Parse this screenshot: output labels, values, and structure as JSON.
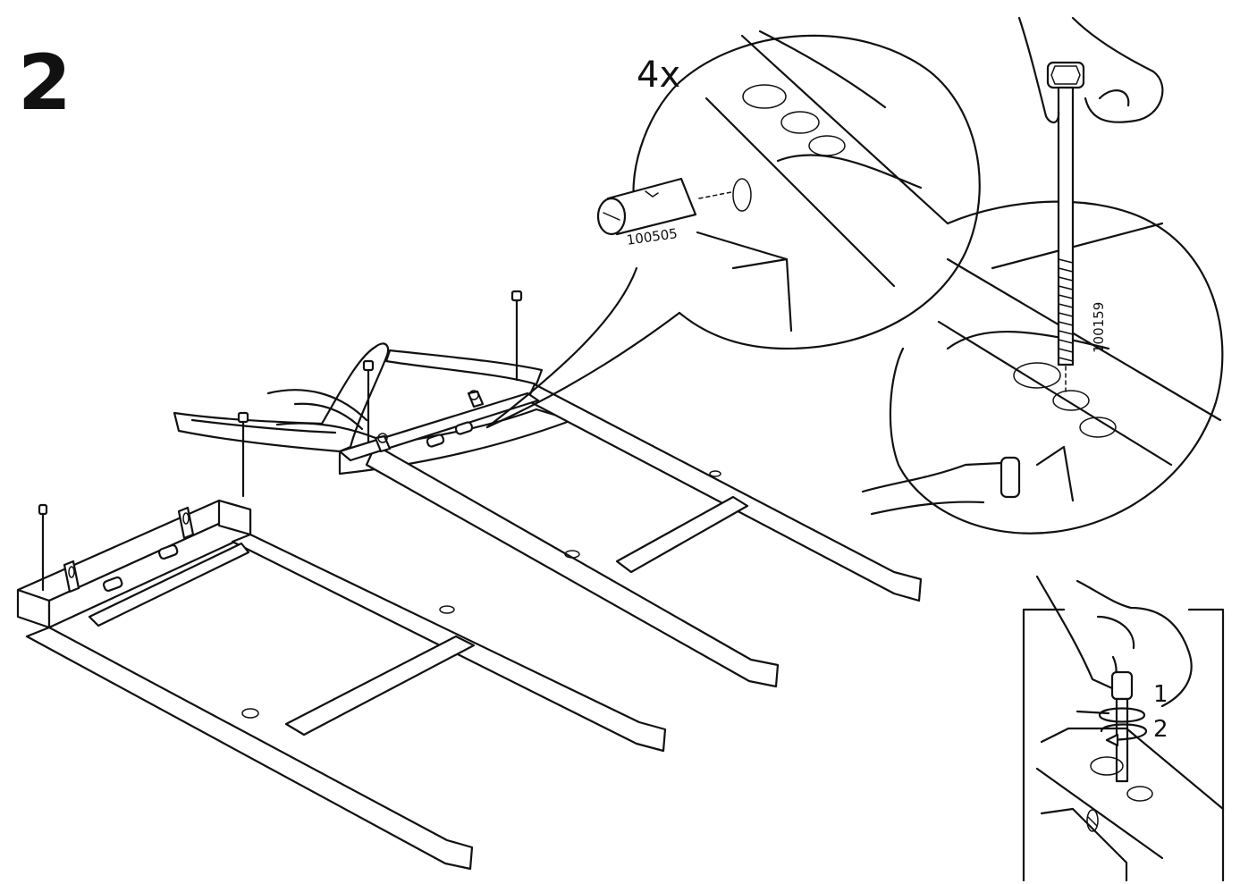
{
  "step": {
    "number": "2"
  },
  "detail_dowel": {
    "quantity": "4x",
    "part_number": "100505"
  },
  "detail_bolt": {
    "part_number": "100159"
  },
  "detail_tighten": {
    "step_one": "1",
    "step_two": "2"
  }
}
